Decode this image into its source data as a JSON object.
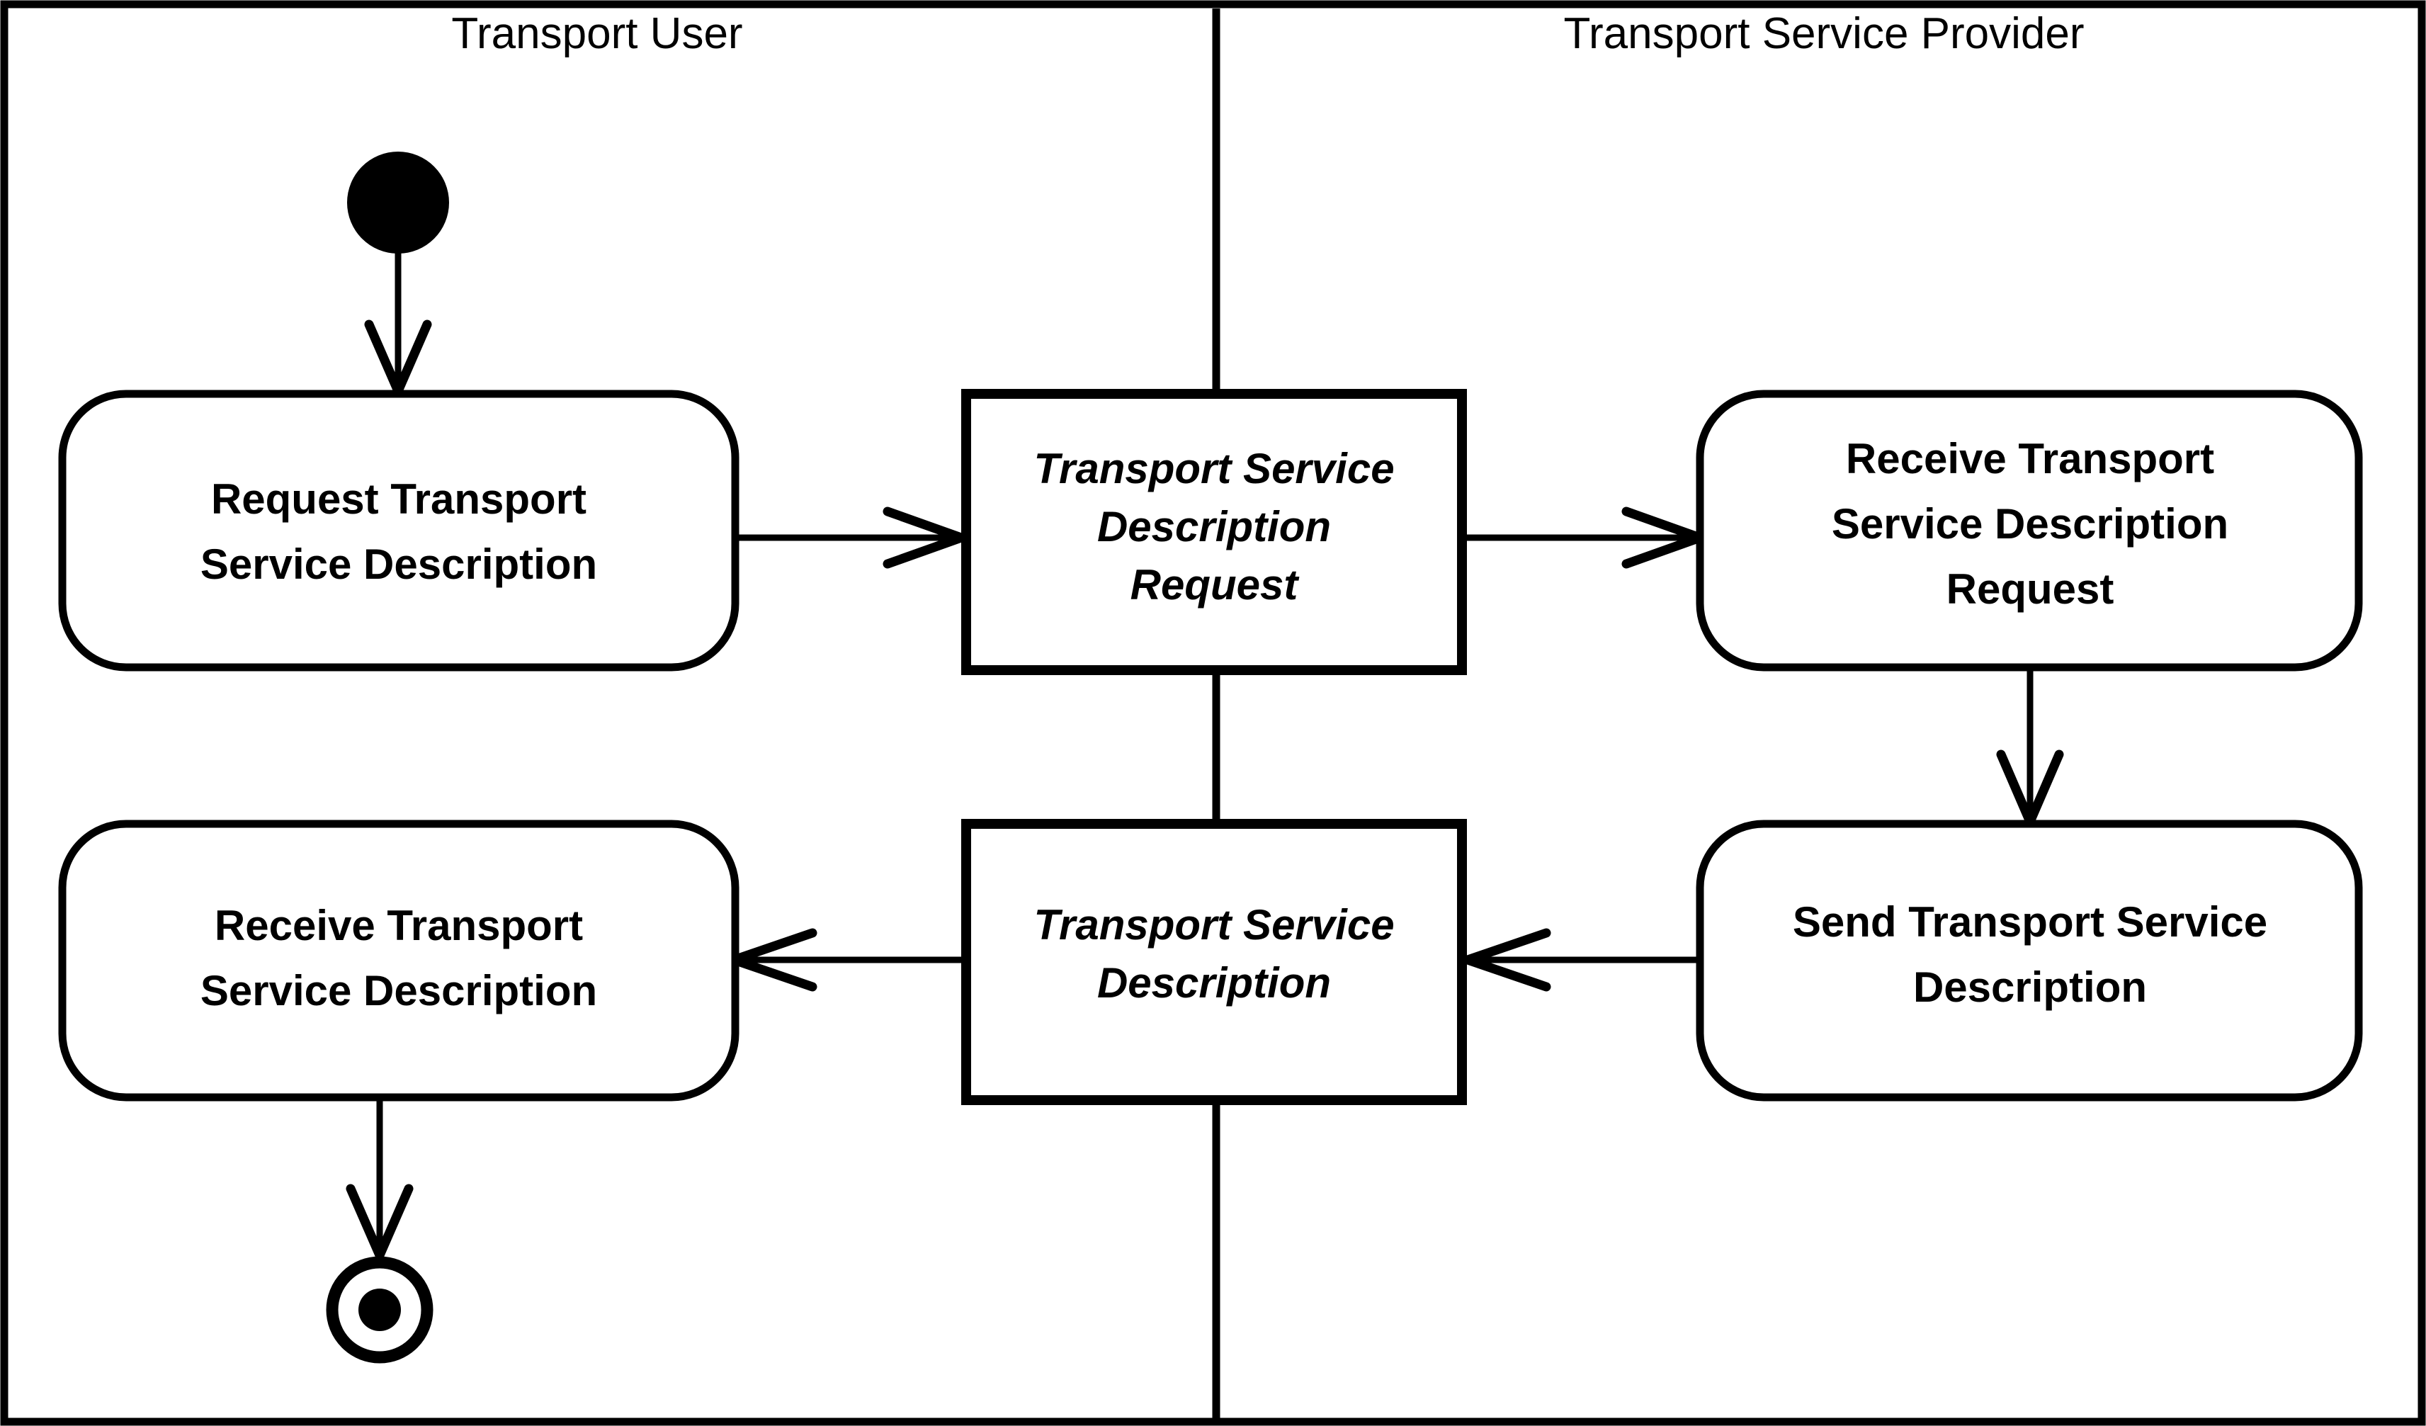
{
  "diagram": {
    "type": "uml-activity-diagram",
    "title": "",
    "colors": {
      "stroke": "#000000",
      "fill": "#ffffff",
      "text": "#000000"
    },
    "lanes": [
      {
        "id": "transport-user",
        "label": "Transport User"
      },
      {
        "id": "transport-service-provider",
        "label": "Transport Service Provider"
      }
    ],
    "nodes": {
      "initial": {
        "kind": "initial-node",
        "label": ""
      },
      "final": {
        "kind": "final-node",
        "label": ""
      },
      "request_tsd": {
        "kind": "action",
        "lines": [
          "Request Transport",
          "Service Description"
        ]
      },
      "receive_tsd": {
        "kind": "action",
        "lines": [
          "Receive Transport",
          "Service Description"
        ]
      },
      "receive_tsd_request": {
        "kind": "action",
        "lines": [
          "Receive Transport",
          "Service Description",
          "Request"
        ]
      },
      "send_tsd": {
        "kind": "action",
        "lines": [
          "Send Transport Service",
          "Description"
        ]
      },
      "tsd_request_object": {
        "kind": "object-node",
        "lines": [
          "Transport Service",
          "Description",
          "Request"
        ]
      },
      "tsd_object": {
        "kind": "object-node",
        "lines": [
          "Transport Service",
          "Description"
        ]
      }
    },
    "edges": [
      {
        "from": "initial",
        "to": "request_tsd",
        "direction": "down"
      },
      {
        "from": "request_tsd",
        "to": "tsd_request_object",
        "direction": "right"
      },
      {
        "from": "tsd_request_object",
        "to": "receive_tsd_request",
        "direction": "right"
      },
      {
        "from": "receive_tsd_request",
        "to": "send_tsd",
        "direction": "down"
      },
      {
        "from": "send_tsd",
        "to": "tsd_object",
        "direction": "left"
      },
      {
        "from": "tsd_object",
        "to": "receive_tsd",
        "direction": "left"
      },
      {
        "from": "receive_tsd",
        "to": "final",
        "direction": "down"
      }
    ]
  }
}
